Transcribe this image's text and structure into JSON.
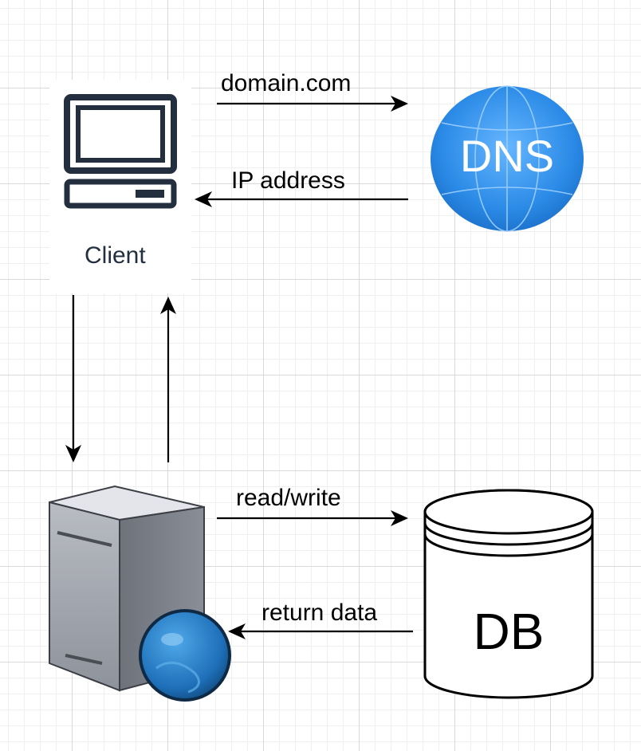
{
  "nodes": {
    "client": {
      "label": "Client",
      "icon": "computer-terminal-icon",
      "color": "#232f3e"
    },
    "dns": {
      "label": "DNS",
      "icon": "dns-globe-icon",
      "color": "#1d7fdb"
    },
    "server": {
      "icon": "web-server-icon"
    },
    "db": {
      "label": "DB",
      "icon": "database-cylinder-icon"
    }
  },
  "edges": {
    "client_to_dns": "domain.com",
    "dns_to_client": "IP address",
    "server_to_db": "read/write",
    "db_to_server": "return data"
  }
}
